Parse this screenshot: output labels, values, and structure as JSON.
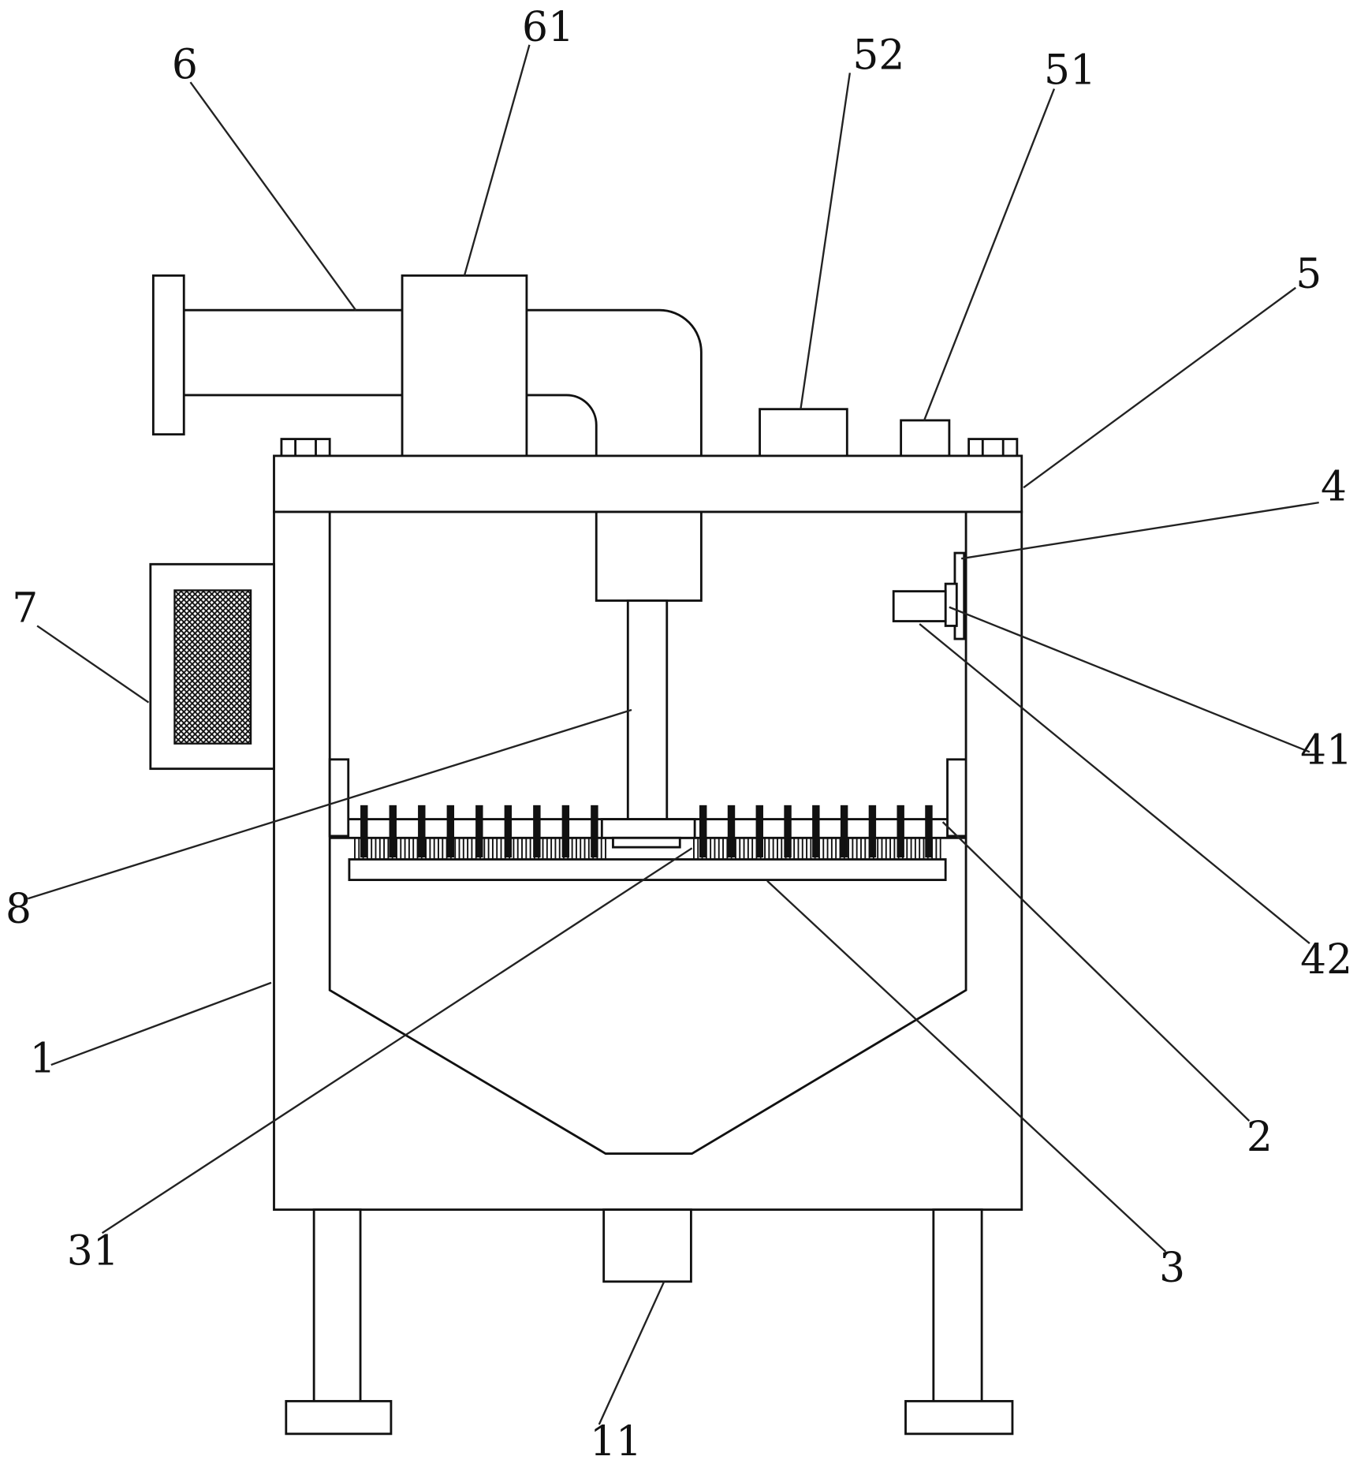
{
  "figure": {
    "type": "patent mechanical drawing",
    "labels": {
      "l1": "1",
      "l2": "2",
      "l3": "3",
      "l4": "4",
      "l5": "5",
      "l6": "6",
      "l7": "7",
      "l8": "8",
      "l11": "11",
      "l31": "31",
      "l41": "41",
      "l42": "42",
      "l51": "51",
      "l52": "52",
      "l61": "61"
    },
    "brush_teeth_per_side": 9,
    "line_color": "#111111"
  }
}
